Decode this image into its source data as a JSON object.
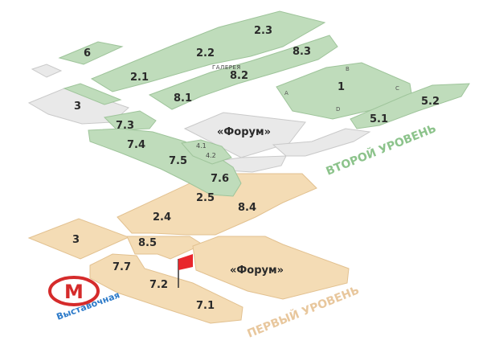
{
  "colors": {
    "second_level_fill": "#bfdcbb",
    "second_level_stroke": "#9ec49a",
    "first_level_fill": "#f4dcb5",
    "first_level_stroke": "#e2c190",
    "neutral_fill": "#e9e9e9",
    "neutral_stroke": "#c9c9c9",
    "second_level_text": "#8cc38b",
    "first_level_text": "#e8c79d",
    "metro_red": "#d52b2b",
    "metro_blue": "#2c7ac9",
    "flag_red": "#e8262c"
  },
  "second_level": {
    "label": "ВТОРОЙ УРОВЕНЬ",
    "gallery_label": "ГАЛЕРЕЯ",
    "halls": {
      "h6": "6",
      "h2_1": "2.1",
      "h2_2": "2.2",
      "h2_3": "2.3",
      "h8_1": "8.1",
      "h8_2": "8.2",
      "h8_3": "8.3",
      "h3": "3",
      "h7_3": "7.3",
      "h7_4": "7.4",
      "h7_5": "7.5",
      "h7_6": "7.6",
      "h4_1": "4.1",
      "h4_2": "4.2",
      "forum": "«Форум»",
      "h1": "1",
      "h5_1": "5.1",
      "h5_2": "5.2"
    },
    "hall1_letters": {
      "a": "A",
      "b": "B",
      "c": "C",
      "d": "D"
    }
  },
  "first_level": {
    "label": "ПЕРВЫЙ УРОВЕНЬ",
    "halls": {
      "h2_4": "2.4",
      "h2_5": "2.5",
      "h8_4": "8.4",
      "h3": "3",
      "h8_5": "8.5",
      "h7_7": "7.7",
      "h7_2": "7.2",
      "h7_1": "7.1",
      "forum": "«Форум»"
    }
  },
  "metro": {
    "station_name": "Выставочная",
    "logo_letter": "M"
  },
  "flag_icon": "flag-icon"
}
